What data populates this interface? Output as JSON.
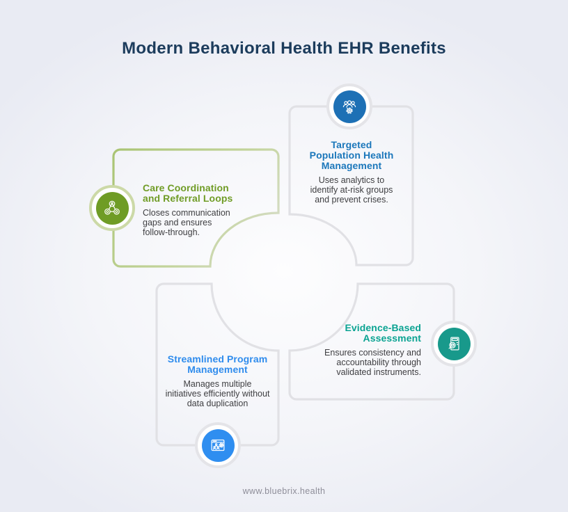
{
  "page": {
    "title": "Modern Behavioral Health EHR Benefits",
    "footer": "www.bluebrix.health"
  },
  "colors": {
    "background_edge": "#e9ebf3",
    "title_navy": "#1c3c5c",
    "body_text": "#3e3e41",
    "gray_card_border": "#e1e1e5",
    "green_card_border": "#b4cc83",
    "footer_gray": "#8e8e99"
  },
  "cards": [
    {
      "id": "care-coordination",
      "title": "Care Coordination\nand Referral Loops",
      "body": "Closes communication\ngaps and ensures\nfollow-through.",
      "accent": "#709c26",
      "icon_bg": "#6f9c25",
      "ring": "#ccd9a7",
      "icon": "referral-loop-icon"
    },
    {
      "id": "targeted-population-health",
      "title": "Targeted\nPopulation Health\nManagement",
      "body": "Uses analytics to\nidentify at-risk groups\nand prevent crises.",
      "accent": "#1b77bb",
      "icon_bg": "#1d70b5",
      "ring": "#e4e4e8",
      "icon": "population-group-icon"
    },
    {
      "id": "streamlined-program",
      "title": "Streamlined Program\nManagement",
      "body": "Manages multiple\ninitiatives efficiently without\ndata duplication",
      "accent": "#2f8ced",
      "icon_bg": "#2f8ef0",
      "ring": "#e4e4e8",
      "icon": "program-window-icon"
    },
    {
      "id": "evidence-based-assessment",
      "title": "Evidence-Based\nAssessment",
      "body": "Ensures consistency and\naccountability through\nvalidated instruments.",
      "accent": "#0aa392",
      "icon_bg": "#18998b",
      "ring": "#e4e4e8",
      "icon": "assessment-report-icon"
    }
  ]
}
